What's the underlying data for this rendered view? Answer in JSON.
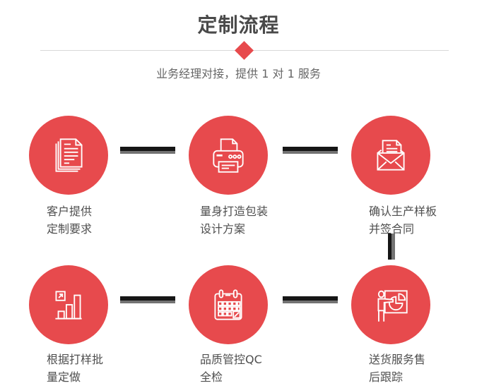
{
  "header": {
    "title": "定制流程",
    "subtitle": "业务经理对接，提供 1 对 1 服务"
  },
  "colors": {
    "accent_red": "#e74a4d",
    "title_gray": "#4a4a4a",
    "label_gray": "#4f4f4f",
    "divider_gray": "#d9d9d9",
    "connector_black": "#161616",
    "connector_gray": "#737373",
    "icon_stroke": "#ffffff"
  },
  "steps": [
    {
      "icon": "documents-icon",
      "label_line1": "客户提供",
      "label_line2": "定制要求"
    },
    {
      "icon": "printer-icon",
      "label_line1": "量身打造包装",
      "label_line2": "设计方案"
    },
    {
      "icon": "envelope-icon",
      "label_line1": "确认生产样板",
      "label_line2": "并签合同"
    },
    {
      "icon": "bar-chart-icon",
      "label_line1": "根据打样批",
      "label_line2": "量定做"
    },
    {
      "icon": "calendar-icon",
      "label_line1": "品质管控QC",
      "label_line2": "全检"
    },
    {
      "icon": "presentation-icon",
      "label_line1": "送货服务售",
      "label_line2": "后跟踪"
    }
  ]
}
